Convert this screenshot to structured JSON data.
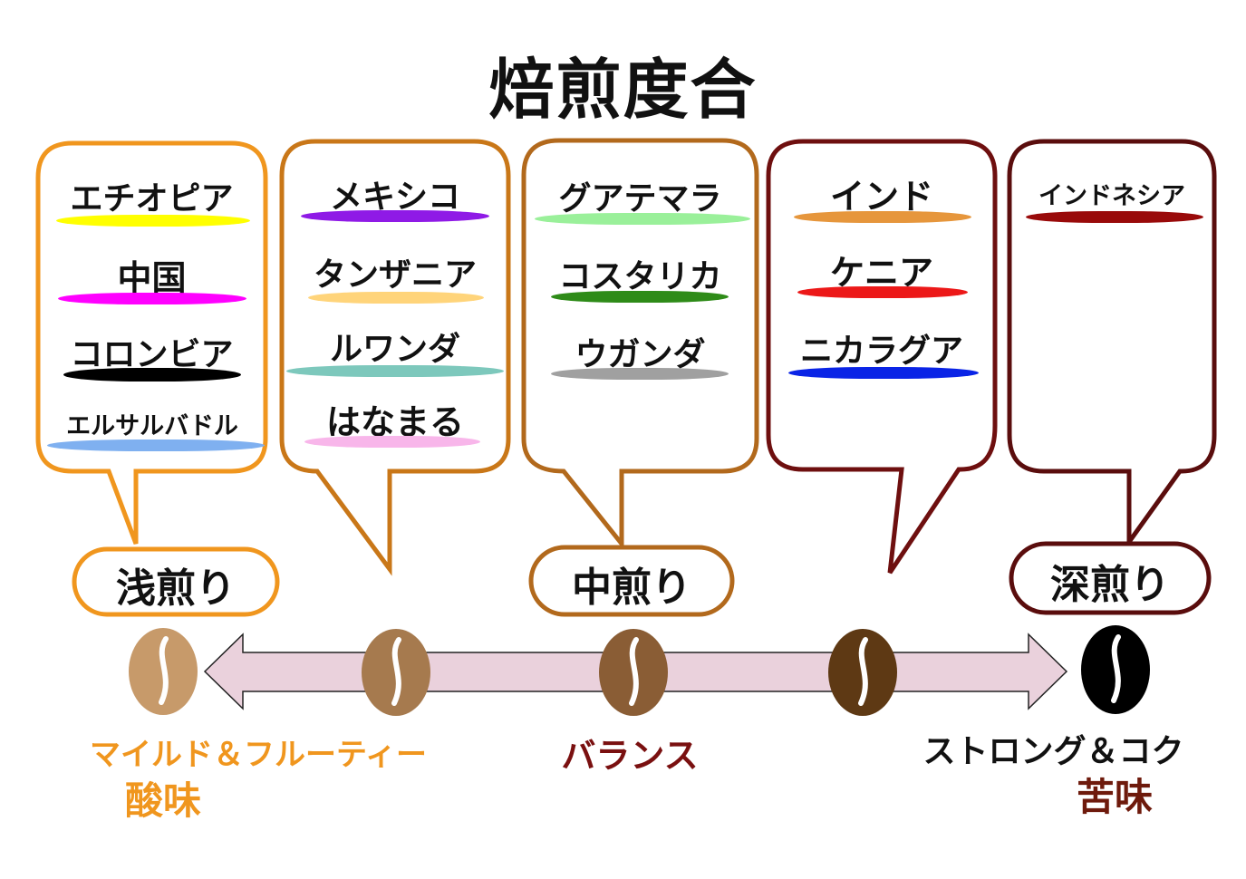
{
  "title": "焙煎度合",
  "colors": {
    "light": "#f0961e",
    "light_medium": "#c97718",
    "medium": "#b2691c",
    "medium_dark": "#6e0f0f",
    "dark": "#5a0d0d",
    "arrow_fill": "#ead1dc",
    "bean_1": "#c79a6a",
    "bean_2": "#a67a4e",
    "bean_3": "#8a5d35",
    "bean_4": "#5e3914",
    "bean_5": "#000000",
    "caption_light": "#f0961e",
    "caption_medium": "#7a1010",
    "caption_dark": "#111111",
    "bitter": "#6e1a0c"
  },
  "groups": [
    {
      "items": [
        {
          "name": "エチオピア",
          "color": "#ffff00"
        },
        {
          "name": "中国",
          "color": "#ff00ff"
        },
        {
          "name": "コロンビア",
          "color": "#000000"
        },
        {
          "name": "エルサルバドル",
          "color": "#7fb0f0"
        }
      ]
    },
    {
      "items": [
        {
          "name": "メキシコ",
          "color": "#8f1ae6"
        },
        {
          "name": "タンザニア",
          "color": "#ffd47a"
        },
        {
          "name": "ルワンダ",
          "color": "#7dc8bc"
        },
        {
          "name": "はなまる",
          "color": "#f8b6ea"
        }
      ]
    },
    {
      "items": [
        {
          "name": "グアテマラ",
          "color": "#9af09a"
        },
        {
          "name": "コスタリカ",
          "color": "#2e8b18"
        },
        {
          "name": "ウガンダ",
          "color": "#a0a0a0"
        }
      ]
    },
    {
      "items": [
        {
          "name": "インド",
          "color": "#e6963c"
        },
        {
          "name": "ケニア",
          "color": "#ec1818"
        },
        {
          "name": "ニカラグア",
          "color": "#0a24e6"
        }
      ]
    },
    {
      "items": [
        {
          "name": "インドネシア",
          "color": "#990a0a"
        }
      ]
    }
  ],
  "roast_labels": {
    "light": "浅煎り",
    "medium": "中煎り",
    "dark": "深煎り"
  },
  "captions": {
    "light_taste": "マイルド＆フルーティー",
    "light_flavor": "酸味",
    "medium_taste": "バランス",
    "dark_taste": "ストロング＆コク",
    "dark_flavor": "苦味"
  }
}
